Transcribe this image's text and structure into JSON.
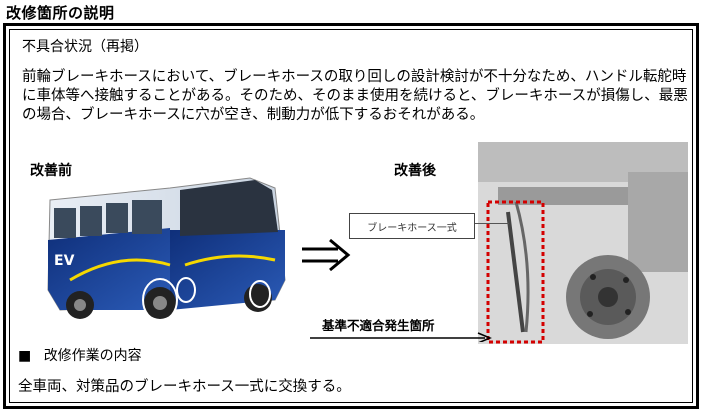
{
  "page_title": "改修箇所の説明",
  "section1": {
    "heading": "不具合状況（再掲）",
    "body": "前輪ブレーキホースにおいて、ブレーキホースの取り回しの設計検討が不十分なため、ハンドル転舵時に車体等へ接触することがある。そのため、そのまま使用を続けると、ブレーキホースが損傷し、最悪の場合、ブレーキホースに穴が空き、制動力が低下するおそれがある。"
  },
  "before": {
    "label": "改善前"
  },
  "after": {
    "label": "改善後"
  },
  "callout": {
    "part_label": "ブレーキホース一式"
  },
  "nonconformance": {
    "label": "基準不適合発生箇所"
  },
  "section2": {
    "bullet": "■",
    "heading": "改修作業の内容",
    "body": "全車両、対策品のブレーキホース一式に交換する。"
  },
  "colors": {
    "highlight": "#d40000",
    "bus_blue": "#1a3f8f"
  }
}
